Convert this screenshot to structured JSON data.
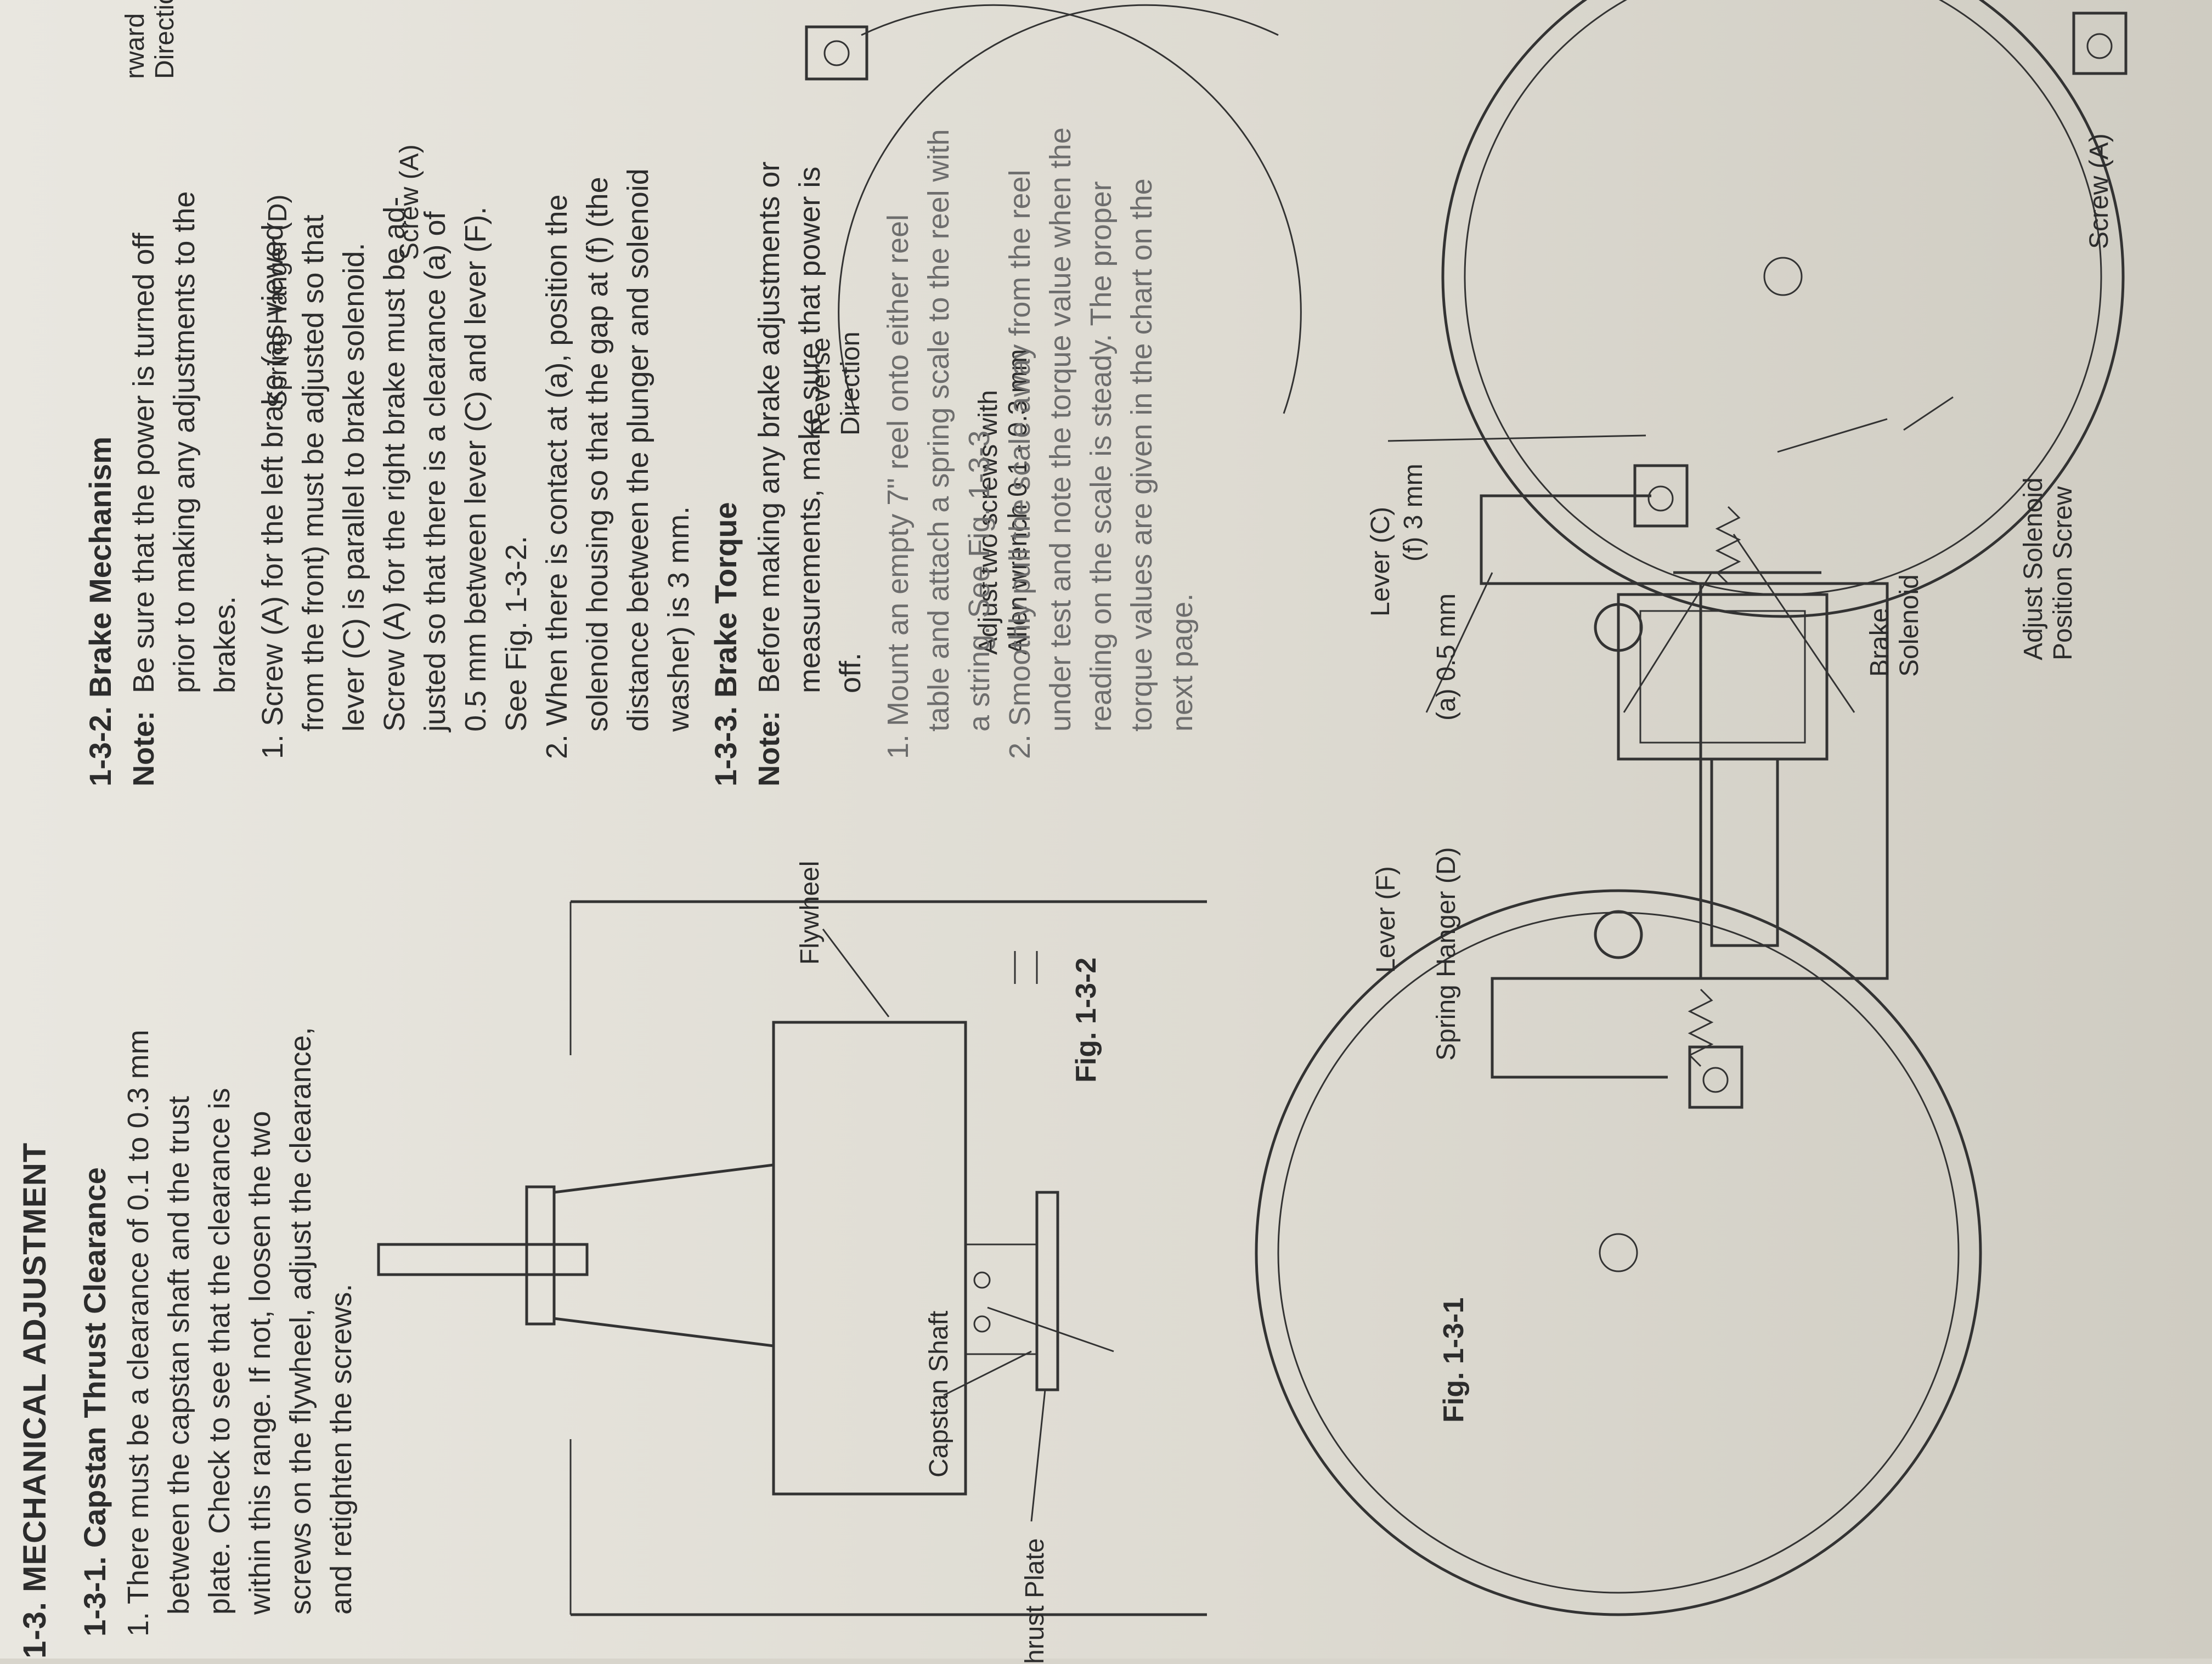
{
  "page": {
    "header": "1-3. MECHANICAL ADJUSTMENT"
  },
  "left": {
    "sec1_title": "1-3-1. Capstan Thrust Clearance",
    "sec1_lines": [
      "1. There must be a clearance of 0.1 to 0.3 mm",
      "between the capstan shaft and the trust",
      "plate. Check to see that the clearance is",
      "within this range. If not, loosen the two",
      "screws on the flywheel, adjust the clearance,",
      "and retighten the screws."
    ],
    "fig1": {
      "flywheel": "Flywheel",
      "thrust_plate": "hrust Plate",
      "capstan_shaft": "Capstan Shaft",
      "adjust_line1": "Adjust two screws with",
      "adjust_line2": "Allen wrench 0.1 - 0.3 mm",
      "caption": "Fig. 1-3-1"
    }
  },
  "right": {
    "sec2_title": "1-3-2. Brake Mechanism",
    "note_label": "Note:",
    "note2_lines": [
      "Be sure that the power is turned off",
      "prior to making any adjustments to the",
      "brakes."
    ],
    "sec2_items": [
      "1. Screw (A) for the left brake (as viewed",
      "from the front) must be adjusted so that",
      "lever (C) is parallel to brake solenoid.",
      "Screw (A) for the right brake must be ad-",
      "justed so that there is a clearance (a) of",
      "0.5 mm between lever (C) and lever (F).",
      "See Fig. 1-3-2.",
      "2. When there is contact at (a), position the",
      "solenoid housing so that the gap at (f) (the",
      "distance between the plunger and solenoid",
      "washer) is 3 mm."
    ],
    "sec3_title": "1-3-3. Brake Torque",
    "note3_lines": [
      "Before making any brake adjustments or",
      "measurements, make sure that power is",
      "off."
    ],
    "sec3_items": [
      "1. Mount an empty 7'' reel onto either reel",
      "table and attach a spring scale to the reel with",
      "a string. See Fig. 1-3-3.",
      "2. Smoothly pull the scale away from the reel",
      "under test and note the torque value when the",
      "reading on the scale is steady. The proper",
      "torque values are given in the chart on the",
      "next page."
    ]
  },
  "fig2": {
    "spring_hanger_left": "Spring Hanger (D)",
    "screw_a_left": "Screw (A)",
    "forward_line1": "rward",
    "forward_line2": "Direction",
    "reverse_line1": "Reverse",
    "reverse_line2": "Direction",
    "lever_c": "Lever (C)",
    "clearance_a": "(a) 0.5 mm",
    "gap_f": "(f) 3 mm",
    "lever_f": "Lever (F)",
    "spring_hanger_right": "Spring Hanger (D)",
    "brake_line1": "Brake",
    "brake_line2": "Solenoid",
    "adjust_line1": "Adjust Solenoid",
    "adjust_line2": "Position Screw",
    "screw_a_right": "Screw (A)",
    "caption": "Fig. 1-3-2"
  }
}
